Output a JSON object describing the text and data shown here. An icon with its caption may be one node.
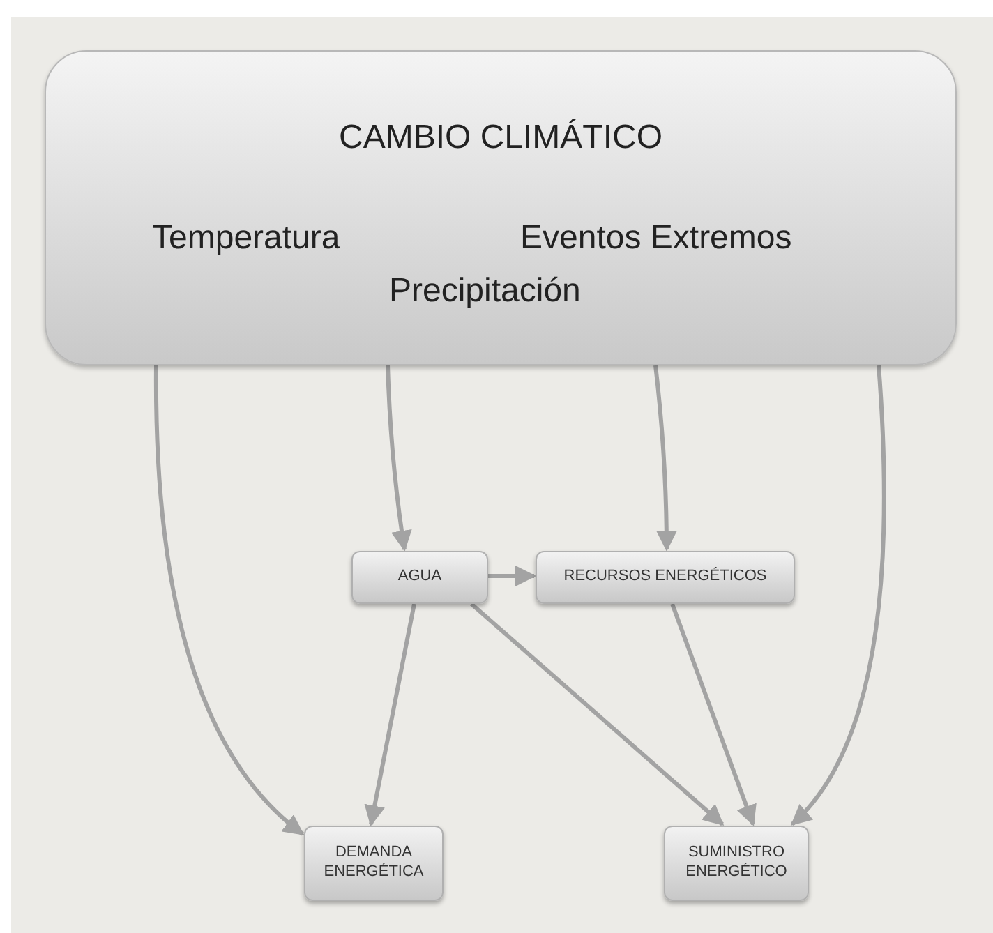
{
  "diagram": {
    "nodes": [
      {
        "text": [
          "CAMBIO CLIMÁTICO",
          "Temperatura",
          "Eventos Extremos",
          "Precipitación"
        ]
      },
      {
        "text": [
          "AGUA"
        ]
      },
      {
        "text": [
          "RECURSOS ENERGÉTICOS"
        ]
      },
      {
        "text": [
          "DEMANDA ENERGÉTICA"
        ]
      },
      {
        "text": [
          "SUMINISTRO ENERGÉTICO"
        ]
      }
    ],
    "edges": [
      {
        "from": 0,
        "to": 3,
        "arrow": "to"
      },
      {
        "from": 0,
        "to": 1,
        "arrow": "to"
      },
      {
        "from": 0,
        "to": 2,
        "arrow": "to"
      },
      {
        "from": 0,
        "to": 4,
        "arrow": "to"
      },
      {
        "from": 1,
        "to": 2,
        "arrow": "to"
      },
      {
        "from": 1,
        "to": 3,
        "arrow": "to"
      },
      {
        "from": 1,
        "to": 4,
        "arrow": "to"
      },
      {
        "from": 2,
        "to": 4,
        "arrow": "to"
      }
    ]
  }
}
